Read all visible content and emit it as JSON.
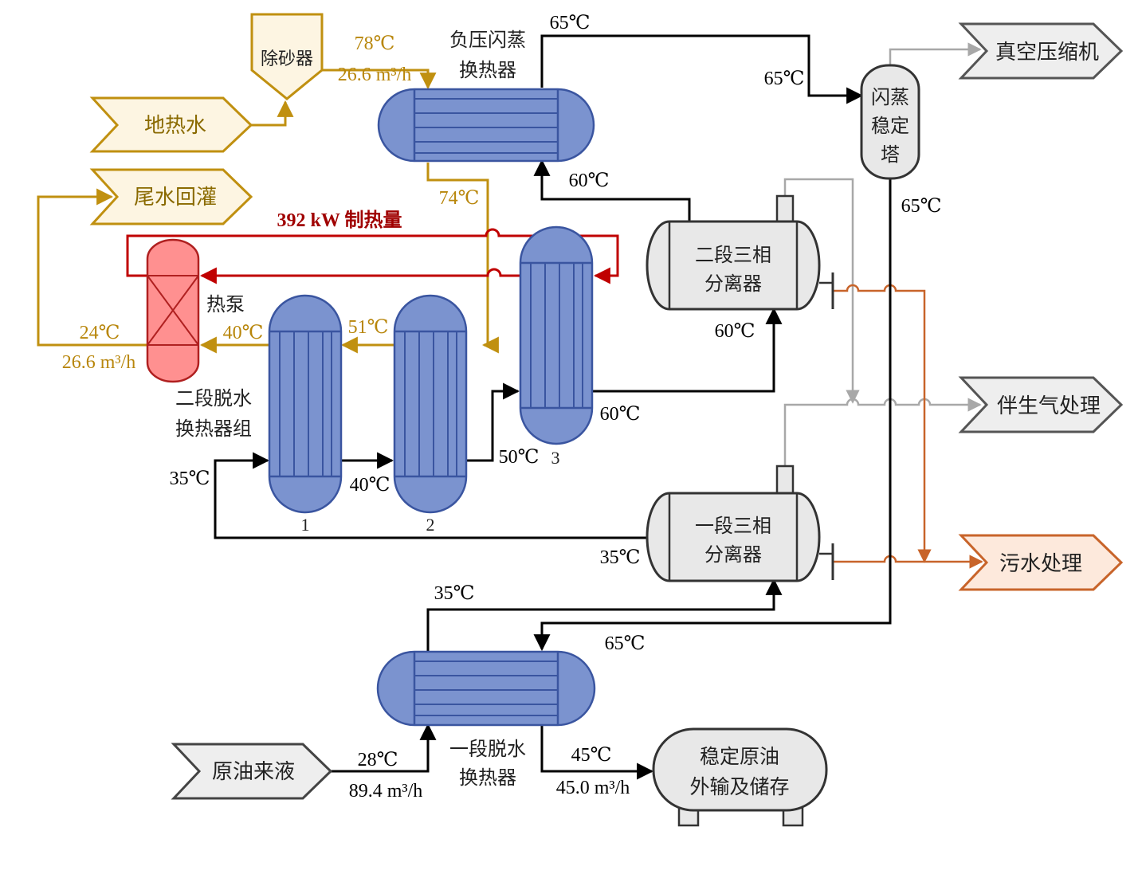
{
  "colors": {
    "geothermal": "#c09010",
    "oil": "#000000",
    "gas": "#a8a8a8",
    "sewage": "#c8642a",
    "heat": "#c00000",
    "exchanger": "#7b93cf",
    "vessel": "#e8e8e8",
    "heatpump": "#ff9090",
    "inlet_fill": "#fdf5e2",
    "sewage_fill": "#fde9dc"
  },
  "inputs": {
    "geothermal_water": "地热水",
    "tail_water_reinjection": "尾水回灌",
    "crude_oil_feed": "原油来液"
  },
  "outputs": {
    "vacuum_compressor": "真空压缩机",
    "associated_gas": "伴生气处理",
    "sewage_treatment": "污水处理"
  },
  "equipment": {
    "desander": "除砂器",
    "flash_hx_line1": "负压闪蒸",
    "flash_hx_line2": "换热器",
    "flash_tower_line1": "闪蒸",
    "flash_tower_line2": "稳定",
    "flash_tower_line3": "塔",
    "heat_pump": "热泵",
    "stage2_hx_group_line1": "二段脱水",
    "stage2_hx_group_line2": "换热器组",
    "hx_num_1": "1",
    "hx_num_2": "2",
    "hx_num_3": "3",
    "sep2_line1": "二段三相",
    "sep2_line2": "分离器",
    "sep1_line1": "一段三相",
    "sep1_line2": "分离器",
    "stage1_hx_line1": "一段脱水",
    "stage1_hx_line2": "换热器",
    "storage_line1": "稳定原油",
    "storage_line2": "外输及储存"
  },
  "labels": {
    "heat_amount": "392 kW 制热量",
    "t_78": "78℃",
    "flow_geo_in": "26.6 m³/h",
    "t_74": "74℃",
    "t_51": "51℃",
    "t_40_hp": "40℃",
    "t_24": "24℃",
    "flow_geo_out": "26.6 m³/h",
    "t_65_top": "65℃",
    "t_65_tower_in": "65℃",
    "t_65_tower_out": "65℃",
    "t_60_hx_in": "60℃",
    "t_60_sep2_in": "60℃",
    "t_60_hx3_out": "60℃",
    "t_50": "50℃",
    "t_40_hx": "40℃",
    "t_35_left": "35℃",
    "t_35_sep1": "35℃",
    "t_35_bottom": "35℃",
    "t_65_bottom": "65℃",
    "t_28": "28℃",
    "flow_crude": "89.4 m³/h",
    "t_45": "45℃",
    "flow_stable": "45.0 m³/h"
  }
}
